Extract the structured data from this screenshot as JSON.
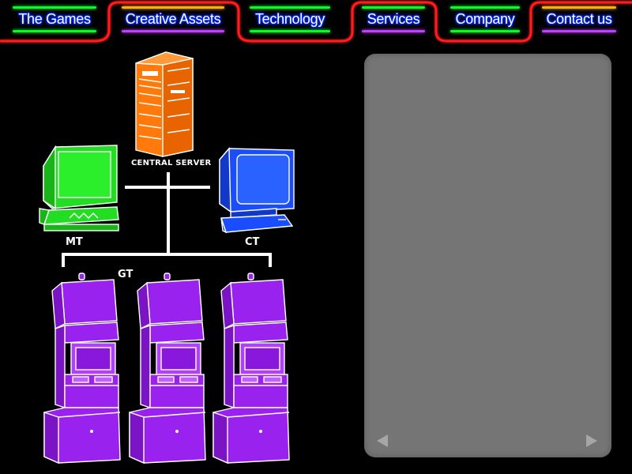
{
  "nav": {
    "items": [
      {
        "label": "The Games",
        "top_color": "#00ff24",
        "bottom_color": "#00ff24"
      },
      {
        "label": "Creative Assets",
        "top_color": "#ffb000",
        "bottom_color": "#c040ff"
      },
      {
        "label": "Technology",
        "top_color": "#00ff24",
        "bottom_color": "#00ff24"
      },
      {
        "label": "Services",
        "top_color": "#00ff24",
        "bottom_color": "#c040ff"
      },
      {
        "label": "Company",
        "top_color": "#00ff24",
        "bottom_color": "#00ff24"
      },
      {
        "label": "Contact us",
        "top_color": "#ffb000",
        "bottom_color": "#c040ff"
      }
    ],
    "frame_color": "#ff1a1a",
    "label_glow": "#0030ff"
  },
  "diagram": {
    "labels": {
      "server": "CENTRAL SERVER",
      "mt": "MT",
      "ct": "CT",
      "gt": "GT"
    },
    "colors": {
      "server": "#ff7a0a",
      "mt": "#22dd22",
      "ct": "#1a4dff",
      "gt": "#9a22ee",
      "lines": "#ffffff"
    },
    "icons": {
      "server": "server-tower-icon",
      "mt": "monitor-terminal-icon",
      "ct": "crt-monitor-icon",
      "gt": "slot-machine-icon"
    }
  },
  "panel": {
    "background": "#757575",
    "prev_icon": "arrow-left-icon",
    "next_icon": "arrow-right-icon"
  }
}
